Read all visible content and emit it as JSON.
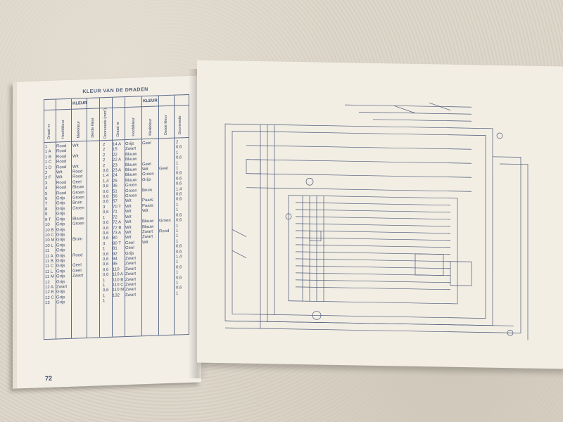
{
  "table": {
    "title": "KLEUR VAN DE DRADEN",
    "kleur_left": "KLEUR",
    "kleur_right": "KLEUR",
    "headers_left": [
      "Draad nr",
      "Hoofdkleur",
      "Merkkleur",
      "Derde kleur",
      "Doorsnede (mm²)"
    ],
    "headers_right": [
      "Draad nr",
      "Hoofdkleur",
      "Merkkleur",
      "Derde kleur",
      "Doorsnede"
    ],
    "left_draad": "1\n1 A\n1 B\n1 C\n1 D\n2\n2 F\n3\n4\n5\n6\n7\n8\n9\n9 T\n10\n10 B\n10 C\n10 M\n10 L\n11\n11 A\n11 B\n11 C\n11 L\n11 M\n12\n12 A\n12 B\n12 C\n13",
    "left_hoofd": "Rood\nRood\nRood\nRood\nRood\nWit\nWit\nRood\nRood\nRood\nGrijs\nGrijs\nGrijs\nGrijs\nGrijs\nGrijs\nGrijs\nGrijs\nGrijs\nGrijs\nGrijs\nGrijs\nGrijs\nGrijs\nGrijs\nGrijs\nGrijs\nZwart\nGrijs\nGrijs\nGrijs",
    "left_merk": "Wit\n\nWit\n\nWit\nRood\nRood\nGeel\nBlauw\nGroen\nGroen\nBruin\nGroen\n\nBlauw\nGroen\n\n\nBruin\n\n\nRood\n\nGeel\nGeel\nZwart",
    "left_doorsnede": "2\n2\n2\n2\n2\n0,6\n1,4\n1,4\n0,6\n0,6\n0,6\n0,6\n3\n0,6\n1\n0,6\n0,6\n0,6\n0,6\n3\n1\n0,6\n0,6\n0,6\n0,6\n0,6\n1\n1\n0,6\n1\n1",
    "right_draad": "14 A\n15\n22\n22 A\n23\n23 A\n24\n25\n36\n51\n56\n57\n70 T\n71\n72\n72 A\n72 B\n73 A\n80\n80 T\n81\n92\n94\n95\n110\n110 A\n110 B\n110 C\n110 M\n132",
    "right_hoofd": "Grijs\nZwart\nBlauw\nBlauw\nBlauw\nBlauw\nBlauw\nBlauw\nGroen\nGroen\nGroen\nWit\nWit\nWit\nWit\nWit\nWit\nWit\nWit\nGeel\nGeel\nGrijs\nZwart\nZwart\nZwart\nZwart\nZwart\nZwart\nZwart\nZwart",
    "right_merk": "Geel\n\n\n\nGeel\nWit\nGroen\nGrijs\n\nBruin\n\nPaars\nPaars\nWit\n\nBlauw\nBlauw\nZwart\nZwart\nWit",
    "right_derde": "\n\n\n\n\nGeel\n\n\n\n\n\n\n\n\n\nGroen\n\nRood",
    "right_doorsnede": "2\n0,6\n1\n0,6\n1\n1\n0,6\n0,6\n0,6\n1,4\n0,6\n0,6\n1\n1\n0,6\n0,6\n1\n1\n1\n1\n0,6\n0,6\n1,4\n1\n0,6\n1\n0,6\n1\n0,6\n1",
    "page_number": "72"
  }
}
